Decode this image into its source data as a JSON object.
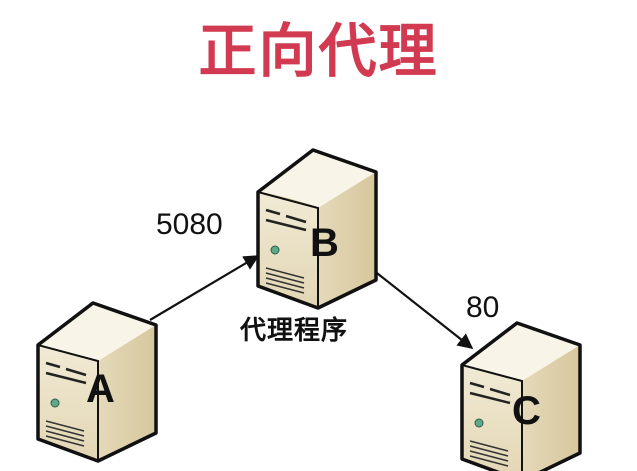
{
  "title": "正向代理",
  "colors": {
    "title": "#d13a50",
    "server_front": "#ece3c9",
    "server_side": "#dccfa6",
    "server_top": "#f6f1e2",
    "outline": "#111111",
    "led": "#5fa88a"
  },
  "nodes": [
    {
      "id": "A",
      "letter": "A",
      "role": "client"
    },
    {
      "id": "B",
      "letter": "B",
      "role": "proxy",
      "caption": "代理程序"
    },
    {
      "id": "C",
      "letter": "C",
      "role": "target"
    }
  ],
  "edges": [
    {
      "from": "A",
      "to": "B",
      "port_label": "5080"
    },
    {
      "from": "B",
      "to": "C",
      "port_label": "80"
    }
  ]
}
